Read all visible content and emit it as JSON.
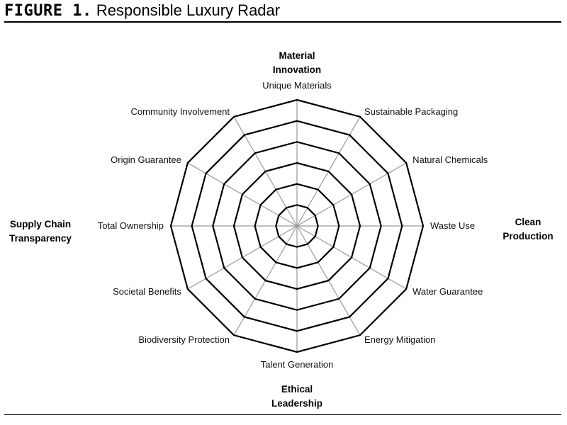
{
  "header": {
    "figure_label": "FIGURE 1.",
    "title": "Responsible Luxury Radar"
  },
  "axes": [
    "Unique Materials",
    "Sustainable Packaging",
    "Natural Chemicals",
    "Waste Use",
    "Water Guarantee",
    "Energy Mitigation",
    "Talent Generation",
    "Biodiversity Protection",
    "Societal Benefits",
    "Total Ownership",
    "Origin Guarantee",
    "Community Involvement"
  ],
  "groups": [
    {
      "line1": "Material",
      "line2": "Innovation"
    },
    {
      "line1": "Clean",
      "line2": "Production"
    },
    {
      "line1": "Ethical",
      "line2": "Leadership"
    },
    {
      "line1": "Supply Chain",
      "line2": "Transparency"
    }
  ],
  "rings": 6,
  "colors": {
    "ring": "#000000",
    "spoke": "#999999"
  }
}
